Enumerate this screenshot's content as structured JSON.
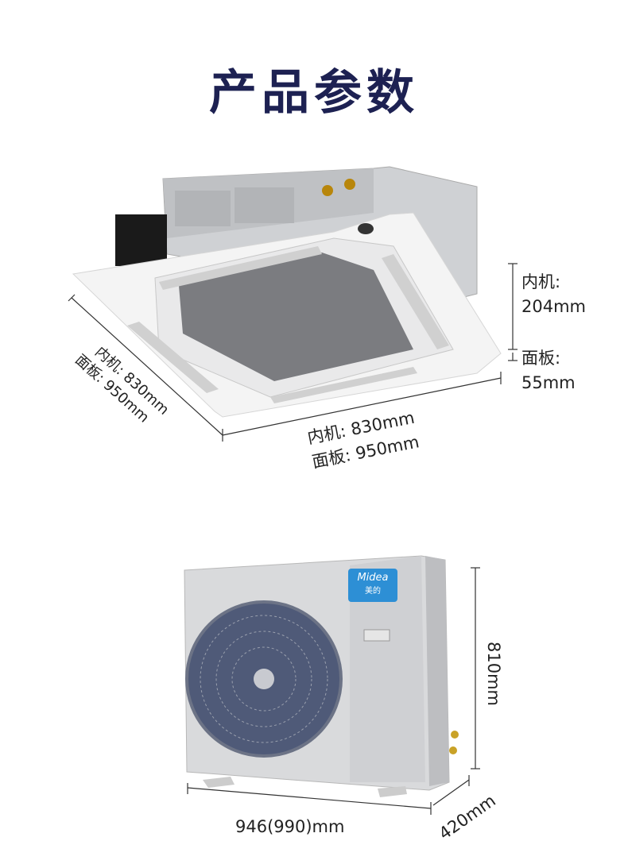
{
  "title": "产品参数",
  "indoor_unit": {
    "depth_label": {
      "line1": "内机: 830mm",
      "line2": "面板: 950mm"
    },
    "width_label": {
      "line1": "内机: 830mm",
      "line2": "面板: 950mm"
    },
    "height_label": {
      "unit_title": "内机:",
      "unit_value": "204mm",
      "panel_title": "面板:",
      "panel_value": "55mm"
    }
  },
  "outdoor_unit": {
    "brand_logo": {
      "name": "Midea",
      "chinese": "美的"
    },
    "height_label": "810mm",
    "width_label": "946(990)mm",
    "depth_label": "420mm"
  },
  "colors": {
    "title": "#1d2152",
    "brand_blue": "#2d8fd5"
  }
}
